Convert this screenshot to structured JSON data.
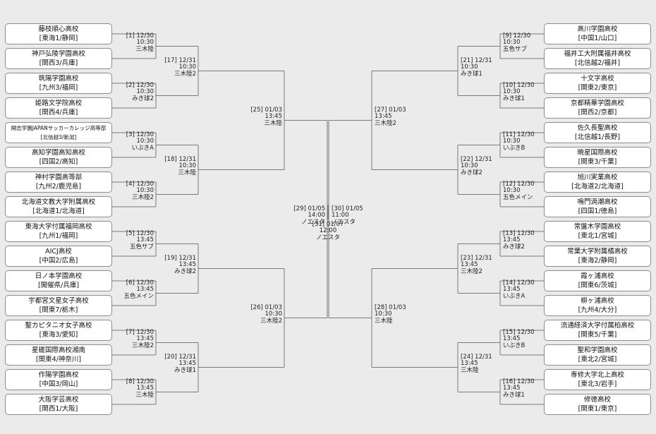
{
  "teams_left": [
    {
      "name": "藤枝順心高校",
      "region": "[東海1/静岡]"
    },
    {
      "name": "神戸弘陵学園高校",
      "region": "[関西3/兵庫]"
    },
    {
      "name": "筑陽学園高校",
      "region": "[九州3/福岡]"
    },
    {
      "name": "姫路文学院高校",
      "region": "[関西4/兵庫]"
    },
    {
      "name": "開志学園JAPANサッカーカレッジ高等部",
      "region": "[北信越3/新潟]"
    },
    {
      "name": "高知学園高知高校",
      "region": "[四国2/高知]"
    },
    {
      "name": "神村学園高等部",
      "region": "[九州2/鹿児島]"
    },
    {
      "name": "北海道文教大学附属高校",
      "region": "[北海道1/北海道]"
    },
    {
      "name": "東海大学付属福岡高校",
      "region": "[九州1/福岡]"
    },
    {
      "name": "AICJ高校",
      "region": "[中国2/広島]"
    },
    {
      "name": "日ノ本学園高校",
      "region": "[開催県/兵庫]"
    },
    {
      "name": "宇都宮文星女子高校",
      "region": "[関東7/栃木]"
    },
    {
      "name": "聖カピタニオ女子高校",
      "region": "[東海3/愛知]"
    },
    {
      "name": "星槎国際高校湘南",
      "region": "[関東4/神奈川]"
    },
    {
      "name": "作陽学園高校",
      "region": "[中国3/岡山]"
    },
    {
      "name": "大阪学芸高校",
      "region": "[関西1/大阪]"
    }
  ],
  "teams_right": [
    {
      "name": "高川学園高校",
      "region": "[中国1/山口]"
    },
    {
      "name": "福井工大附属福井高校",
      "region": "[北信越2/福井]"
    },
    {
      "name": "十文字高校",
      "region": "[関東2/東京]"
    },
    {
      "name": "京都精華学園高校",
      "region": "[関西2/京都]"
    },
    {
      "name": "佐久長聖高校",
      "region": "[北信越1/長野]"
    },
    {
      "name": "暁星国際高校",
      "region": "[関東3/千葉]"
    },
    {
      "name": "旭川実業高校",
      "region": "[北海道2/北海道]"
    },
    {
      "name": "鳴門渦潮高校",
      "region": "[四国1/徳島]"
    },
    {
      "name": "常盤木学園高校",
      "region": "[東北1/宮城]"
    },
    {
      "name": "常葉大学附属橘高校",
      "region": "[東海2/静岡]"
    },
    {
      "name": "霞ヶ浦高校",
      "region": "[関東6/茨城]"
    },
    {
      "name": "柳ヶ浦高校",
      "region": "[九州4/大分]"
    },
    {
      "name": "流通経済大学付属柏高校",
      "region": "[関東5/千葉]"
    },
    {
      "name": "聖和学園高校",
      "region": "[東北2/宮城]"
    },
    {
      "name": "専修大学北上高校",
      "region": "[東北3/岩手]"
    },
    {
      "name": "修徳高校",
      "region": "[関東1/東京]"
    }
  ],
  "r1_left": [
    {
      "no": "[1]",
      "date": "12/30",
      "time": "10:30",
      "venue": "三木陸"
    },
    {
      "no": "[2]",
      "date": "12/30",
      "time": "10:30",
      "venue": "みき球2"
    },
    {
      "no": "[3]",
      "date": "12/30",
      "time": "10:30",
      "venue": "いぶきA"
    },
    {
      "no": "[4]",
      "date": "12/30",
      "time": "10:30",
      "venue": "三木陸2"
    },
    {
      "no": "[5]",
      "date": "12/30",
      "time": "13:45",
      "venue": "五色サブ"
    },
    {
      "no": "[6]",
      "date": "12/30",
      "time": "13:45",
      "venue": "五色メイン"
    },
    {
      "no": "[7]",
      "date": "12/30",
      "time": "13:45",
      "venue": "三木陸2"
    },
    {
      "no": "[8]",
      "date": "12/30",
      "time": "13:45",
      "venue": "三木陸"
    }
  ],
  "r1_right": [
    {
      "no": "[9]",
      "date": "12/30",
      "time": "10:30",
      "venue": "五色サブ"
    },
    {
      "no": "[10]",
      "date": "12/30",
      "time": "10:30",
      "venue": "みき球1"
    },
    {
      "no": "[11]",
      "date": "12/30",
      "time": "10:30",
      "venue": "いぶきB"
    },
    {
      "no": "[12]",
      "date": "12/30",
      "time": "10:30",
      "venue": "五色メイン"
    },
    {
      "no": "[13]",
      "date": "12/30",
      "time": "13:45",
      "venue": "みき球2"
    },
    {
      "no": "[14]",
      "date": "12/30",
      "time": "13:45",
      "venue": "いぶきA"
    },
    {
      "no": "[15]",
      "date": "12/30",
      "time": "13:45",
      "venue": "いぶきB"
    },
    {
      "no": "[16]",
      "date": "12/30",
      "time": "13:45",
      "venue": "みき球1"
    }
  ],
  "r2_left": [
    {
      "no": "[17]",
      "date": "12/31",
      "time": "10:30",
      "venue": "三木陸2"
    },
    {
      "no": "[18]",
      "date": "12/31",
      "time": "10:30",
      "venue": "三木陸"
    },
    {
      "no": "[19]",
      "date": "12/31",
      "time": "13:45",
      "venue": "みき球2"
    },
    {
      "no": "[20]",
      "date": "12/31",
      "time": "13:45",
      "venue": "みき球1"
    }
  ],
  "r2_right": [
    {
      "no": "[21]",
      "date": "12/31",
      "time": "10:30",
      "venue": "みき球1"
    },
    {
      "no": "[22]",
      "date": "12/31",
      "time": "10:30",
      "venue": "みき球2"
    },
    {
      "no": "[23]",
      "date": "12/31",
      "time": "13:45",
      "venue": "三木陸2"
    },
    {
      "no": "[24]",
      "date": "12/31",
      "time": "13:45",
      "venue": "三木陸"
    }
  ],
  "qf_left": [
    {
      "no": "[25]",
      "date": "01/03",
      "time": "13:45",
      "venue": "三木陸"
    },
    {
      "no": "[26]",
      "date": "01/03",
      "time": "10:30",
      "venue": "三木陸2"
    }
  ],
  "qf_right": [
    {
      "no": "[27]",
      "date": "01/03",
      "time": "13:45",
      "venue": "三木陸2"
    },
    {
      "no": "[28]",
      "date": "01/03",
      "time": "10:30",
      "venue": "三木陸"
    }
  ],
  "sf_left": {
    "no": "[29]",
    "date": "01/05",
    "time": "14:00",
    "venue": "ノエスタ"
  },
  "sf_right": {
    "no": "[30]",
    "date": "01/05",
    "time": "11:00",
    "venue": "ノエスタ"
  },
  "final": {
    "no": "[31]",
    "date": "01/07",
    "time": "12:00",
    "venue": "ノエスタ"
  }
}
